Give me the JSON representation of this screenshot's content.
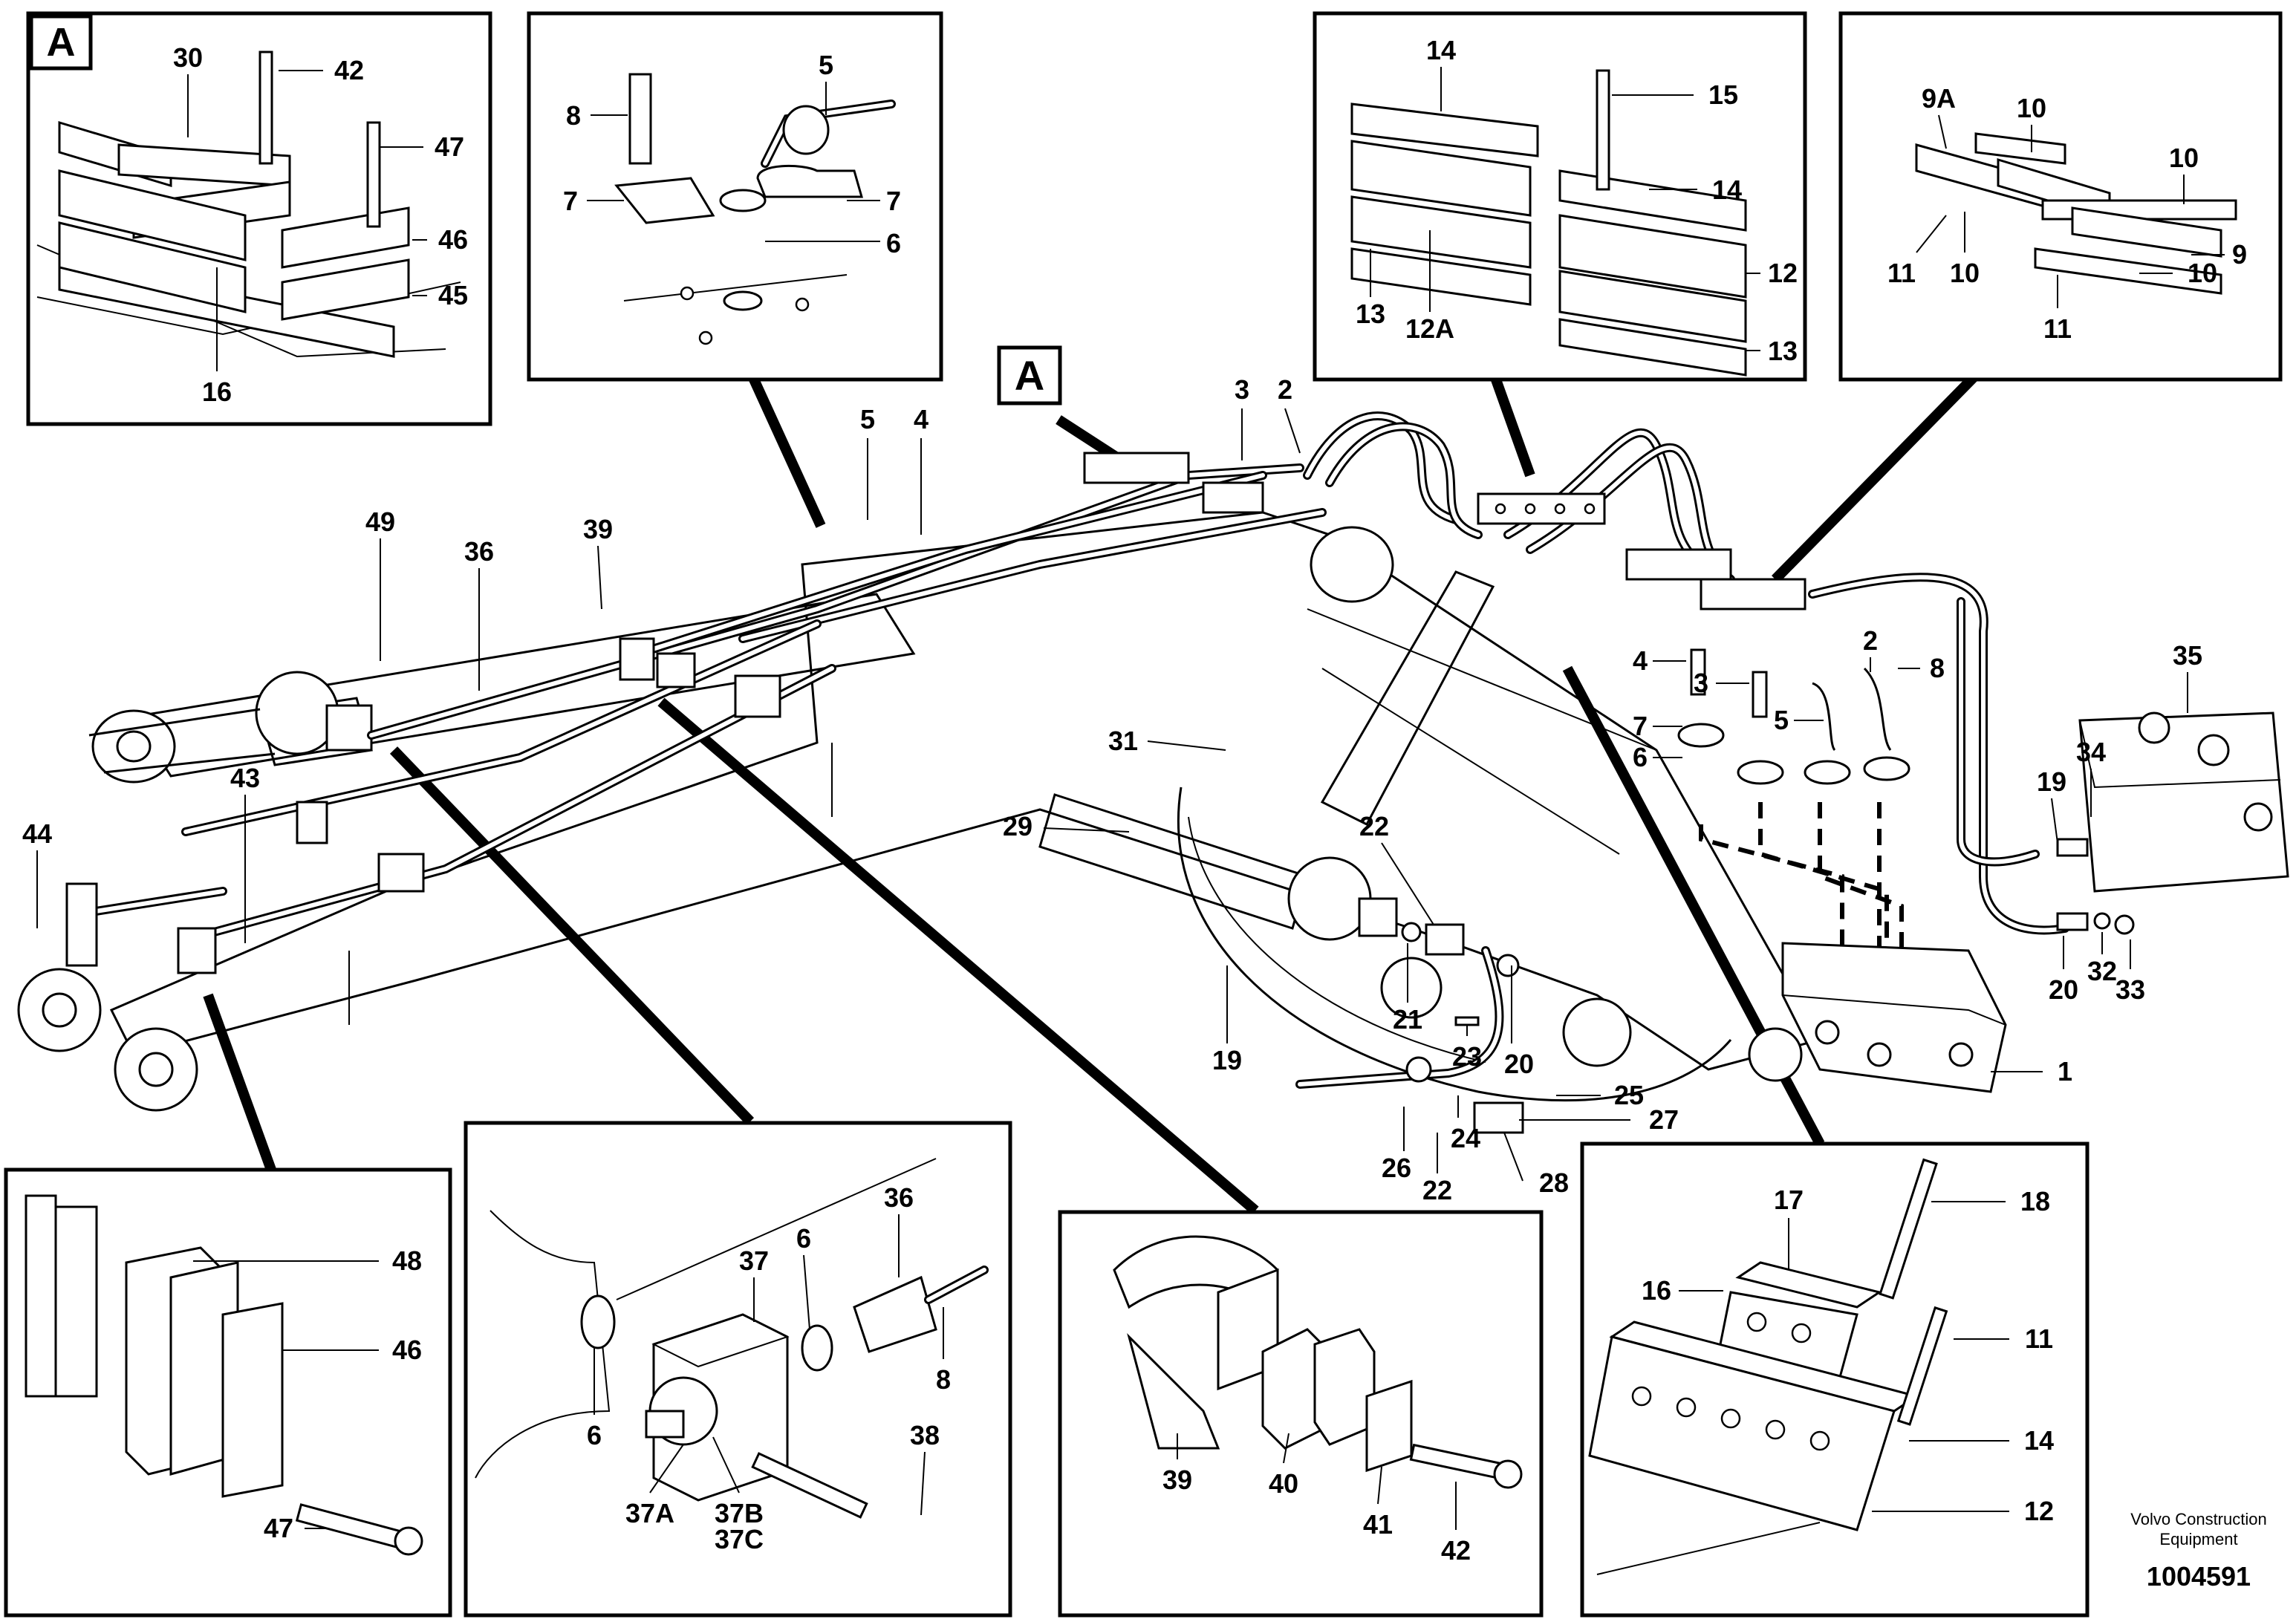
{
  "diagram": {
    "view_label": "A",
    "footer": {
      "brand_line1": "Volvo Construction",
      "brand_line2": "Equipment",
      "drawing_number": "1004591"
    },
    "inset_a_labels": [
      "30",
      "42",
      "47",
      "46",
      "45",
      "16"
    ],
    "inset_top2_labels": [
      "5",
      "8",
      "7",
      "7",
      "6"
    ],
    "inset_top3_labels": [
      "14",
      "15",
      "14",
      "13",
      "12A",
      "12",
      "13"
    ],
    "inset_top4_labels": [
      "9A",
      "10",
      "10",
      "11",
      "10",
      "10",
      "9",
      "11"
    ],
    "main_labels": [
      "49",
      "36",
      "39",
      "5",
      "4",
      "3",
      "2",
      "43",
      "44",
      "31",
      "29",
      "22",
      "21",
      "19",
      "23",
      "20",
      "25",
      "27",
      "24",
      "26",
      "22",
      "28",
      "4",
      "7",
      "6",
      "3",
      "5",
      "2",
      "8",
      "35",
      "34",
      "19",
      "20",
      "32",
      "33",
      "1"
    ],
    "inset_b1_labels": [
      "48",
      "46",
      "47"
    ],
    "inset_b2_labels": [
      "36",
      "37",
      "6",
      "8",
      "6",
      "38",
      "37A",
      "37B",
      "37C"
    ],
    "inset_b3_labels": [
      "39",
      "40",
      "41",
      "42"
    ],
    "inset_b4_labels": [
      "17",
      "18",
      "16",
      "11",
      "14",
      "12"
    ]
  }
}
